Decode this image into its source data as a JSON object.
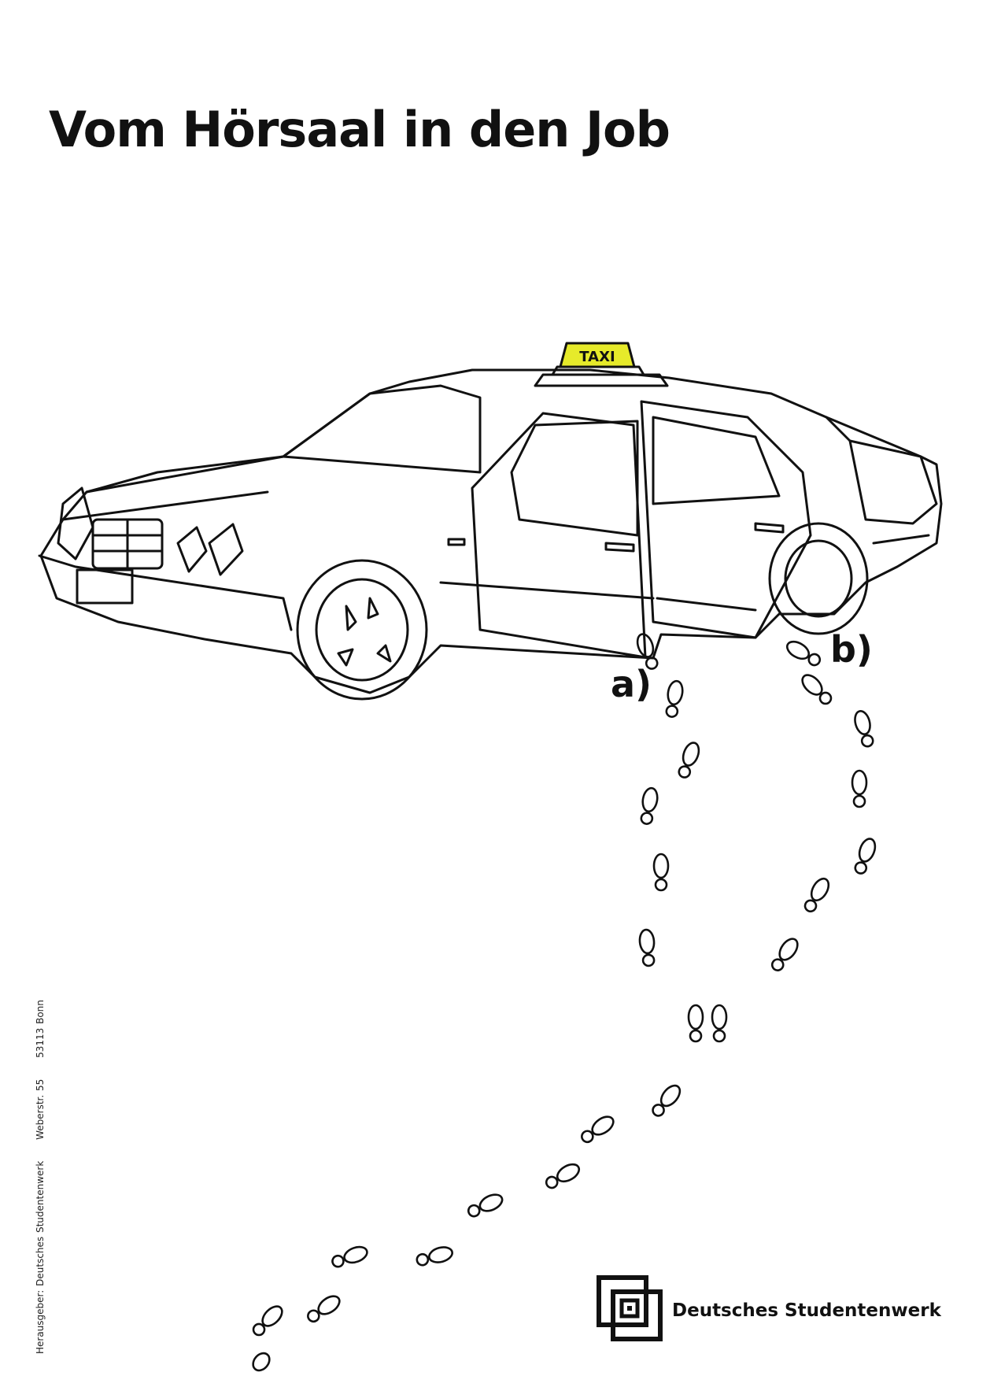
{
  "poster": {
    "title": "Vom Hörsaal in den Job",
    "taxi_sign": "TAXI",
    "label_a": "a)",
    "label_b": "b)",
    "imprint": {
      "publisher": "Herausgeber: Deutsches Studentenwerk",
      "street": "Weberstr. 55",
      "city": "53113 Bonn"
    },
    "organization": "Deutsches Studentenwerk"
  },
  "colors": {
    "ink": "#111111",
    "taxi_sign": "#e6ea2a",
    "background": "#ffffff"
  },
  "icons": {
    "car": "taxi-car-illustration",
    "footprints": "footprint-trail",
    "logo": "concentric-squares-logo"
  }
}
